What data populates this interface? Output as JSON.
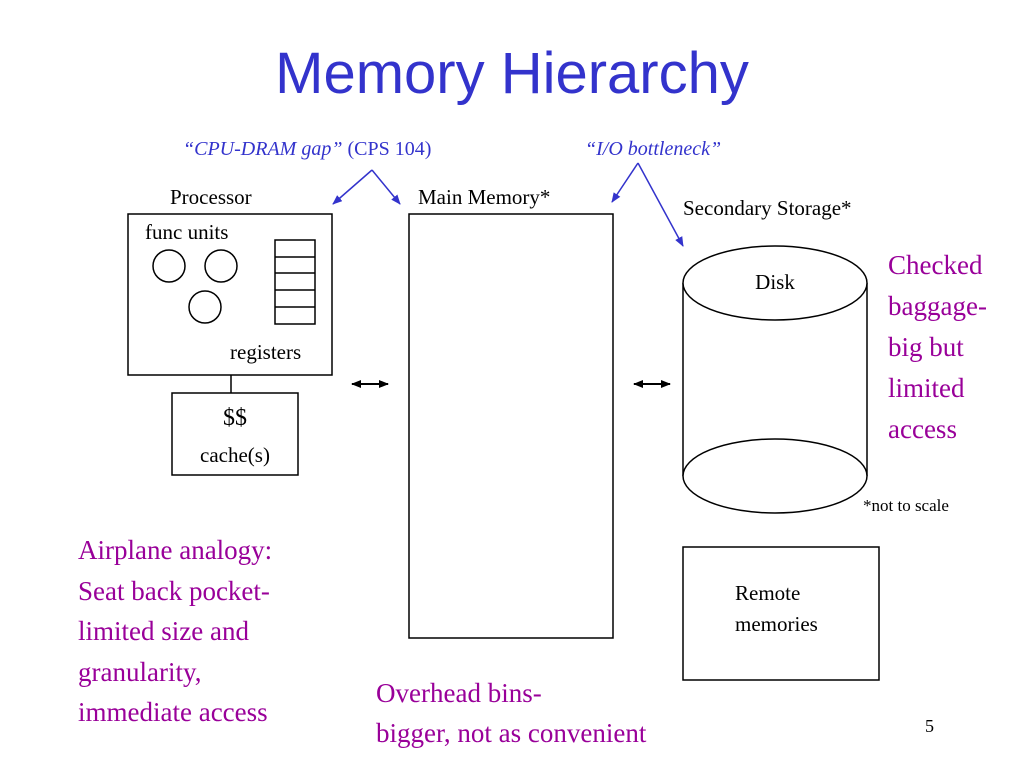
{
  "title": "Memory Hierarchy",
  "annotations": {
    "cpu_dram_gap": "“CPU-DRAM gap”",
    "cps_ref": "(CPS 104)",
    "io_bottleneck": "“I/O bottleneck”"
  },
  "processor": {
    "label": "Processor",
    "func_units": "func units",
    "registers": "registers"
  },
  "cache": {
    "symbol": "$$",
    "label": "cache(s)"
  },
  "main_memory": {
    "label": "Main Memory*"
  },
  "secondary_storage": {
    "label": "Secondary Storage*",
    "disk": "Disk",
    "note": "*not to scale"
  },
  "remote": {
    "line1": "Remote",
    "line2": "memories"
  },
  "analogy": {
    "airplane": [
      "Airplane analogy:",
      "Seat back pocket-",
      "limited size and",
      "granularity,",
      "immediate access"
    ],
    "overhead": [
      "Overhead bins-",
      "bigger, not as convenient"
    ],
    "checked": [
      "Checked",
      "baggage-",
      "big but",
      "limited",
      "access"
    ]
  },
  "page_number": "5",
  "colors": {
    "title": "#3333cc",
    "annotation": "#3333cc",
    "analogy": "#990099"
  }
}
